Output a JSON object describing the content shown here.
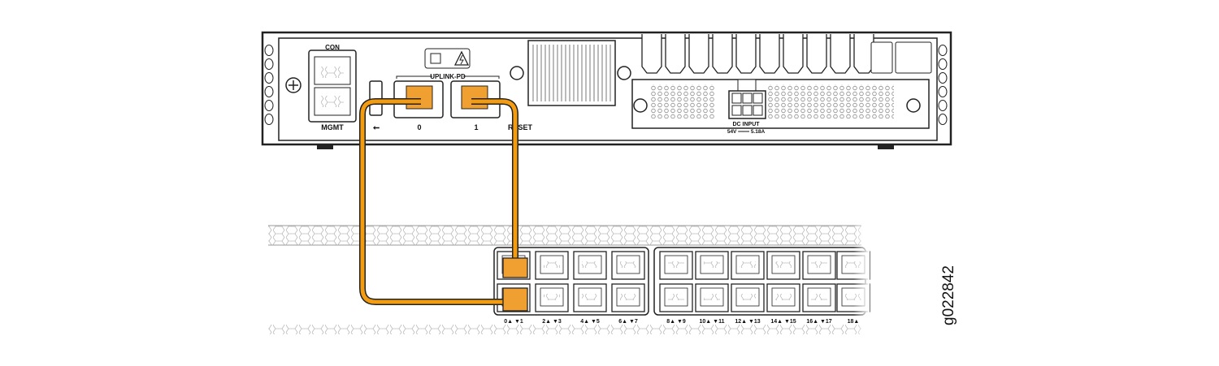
{
  "device": {
    "con_label": "CON",
    "mgmt_label": "MGMT",
    "uplink_label": "UPLINK-PD",
    "uplink_ports": [
      "0",
      "1"
    ],
    "reset_label": "RESET",
    "dc_input_label": "DC INPUT",
    "dc_rating": "54V ═══ 5.18A"
  },
  "switch": {
    "port_labels": [
      "0▲ ▼1",
      "2▲ ▼3",
      "4▲ ▼5",
      "6▲ ▼7",
      "8▲ ▼9",
      "10▲ ▼11",
      "12▲ ▼13",
      "14▲ ▼15",
      "16▲ ▼17",
      "18▲"
    ]
  },
  "figure_id": "g022842",
  "colors": {
    "cable": "#f39c12",
    "plug": "#f0a030",
    "line": "#222222"
  }
}
